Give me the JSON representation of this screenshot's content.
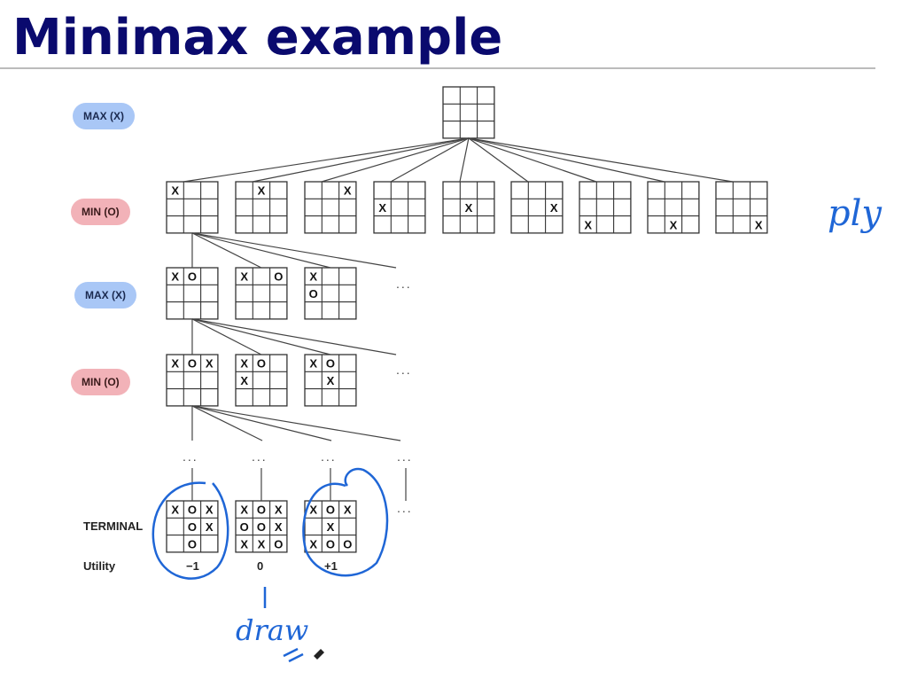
{
  "slide": {
    "title": "Minimax example"
  },
  "levels": [
    {
      "label": "MAX (X)",
      "type": "max"
    },
    {
      "label": "MIN (O)",
      "type": "min"
    },
    {
      "label": "MAX (X)",
      "type": "max"
    },
    {
      "label": "MIN (O)",
      "type": "min"
    }
  ],
  "terminal_label": "TERMINAL",
  "utility_label": "Utility",
  "ellipsis": "...",
  "boards": {
    "root": [
      "",
      "",
      "",
      "",
      "",
      "",
      "",
      "",
      ""
    ],
    "level1": [
      [
        "X",
        "",
        "",
        "",
        "",
        "",
        "",
        "",
        ""
      ],
      [
        "",
        "X",
        "",
        "",
        "",
        "",
        "",
        "",
        ""
      ],
      [
        "",
        "",
        "X",
        "",
        "",
        "",
        "",
        "",
        ""
      ],
      [
        "",
        "",
        "",
        "X",
        "",
        "",
        "",
        "",
        ""
      ],
      [
        "",
        "",
        "",
        "",
        "X",
        "",
        "",
        "",
        ""
      ],
      [
        "",
        "",
        "",
        "",
        "",
        "X",
        "",
        "",
        ""
      ],
      [
        "",
        "",
        "",
        "",
        "",
        "",
        "X",
        "",
        ""
      ],
      [
        "",
        "",
        "",
        "",
        "",
        "",
        "",
        "X",
        ""
      ],
      [
        "",
        "",
        "",
        "",
        "",
        "",
        "",
        "",
        "X"
      ]
    ],
    "level2": [
      [
        "X",
        "O",
        "",
        "",
        "",
        "",
        "",
        "",
        ""
      ],
      [
        "X",
        "",
        "O",
        "",
        "",
        "",
        "",
        "",
        ""
      ],
      [
        "X",
        "",
        "",
        "O",
        "",
        "",
        "",
        "",
        ""
      ]
    ],
    "level3": [
      [
        "X",
        "O",
        "X",
        "",
        "",
        "",
        "",
        "",
        ""
      ],
      [
        "X",
        "O",
        "",
        "X",
        "",
        "",
        "",
        "",
        ""
      ],
      [
        "X",
        "O",
        "",
        "",
        "X",
        "",
        "",
        "",
        ""
      ]
    ],
    "terminal": [
      [
        "X",
        "O",
        "X",
        "",
        "O",
        "X",
        "",
        "O",
        ""
      ],
      [
        "X",
        "O",
        "X",
        "O",
        "O",
        "X",
        "X",
        "X",
        "O"
      ],
      [
        "X",
        "O",
        "X",
        "",
        "X",
        "",
        "X",
        "O",
        "O"
      ]
    ]
  },
  "utilities": [
    "−1",
    "0",
    "+1"
  ],
  "annotations": {
    "handwritten_ply": "ply",
    "handwritten_draw": "draw",
    "ink_color": "#1f66d6"
  }
}
